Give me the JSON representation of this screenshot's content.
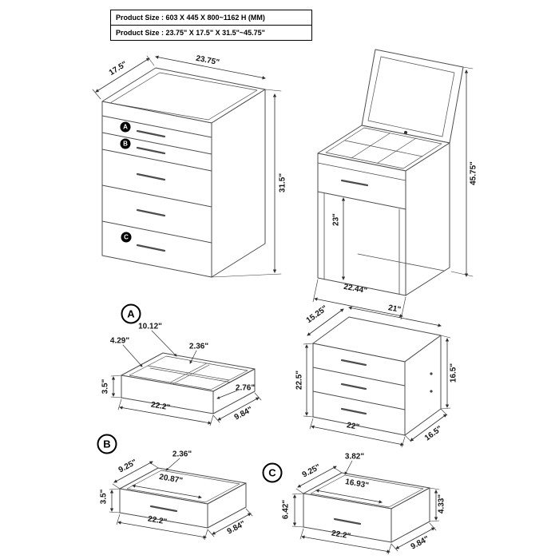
{
  "header": {
    "row1": "Product Size : 603 X 445 X 800~1162 H (MM)",
    "row2": "Product Size : 23.75\" X 17.5\" X 31.5\"~45.75\""
  },
  "closed_view": {
    "depth": "17.5\"",
    "width": "23.75\"",
    "height": "31.5\"",
    "marker_a": "A",
    "marker_b": "B",
    "marker_c": "C"
  },
  "open_view": {
    "total_height": "45.75\"",
    "knee_height": "23\"",
    "bottom_width": "22.44\""
  },
  "detail_a": {
    "label": "A",
    "tray_width": "10.12\"",
    "compartment": "4.29\"",
    "divider": "2.36\"",
    "height": "3.5\"",
    "front_height": "2.76\"",
    "width": "22.2\"",
    "depth": "9.84\""
  },
  "hutch_view": {
    "top_depth": "15.25\"",
    "top_width": "21\"",
    "left_height": "22.5\"",
    "right_height": "16.5\"",
    "bottom_width": "22\"",
    "bottom_depth": "16.5\""
  },
  "detail_b": {
    "label": "B",
    "rim": "2.36\"",
    "top_depth": "9.25\"",
    "inner_width": "20.87\"",
    "height": "3.5\"",
    "width": "22.2\"",
    "depth": "9.84\""
  },
  "detail_c": {
    "label": "C",
    "rim": "3.82\"",
    "top_depth": "9.25\"",
    "inner_width": "16.93\"",
    "height": "6.42\"",
    "side_height": "4.33\"",
    "width": "22.2\"",
    "depth": "9.84\""
  }
}
